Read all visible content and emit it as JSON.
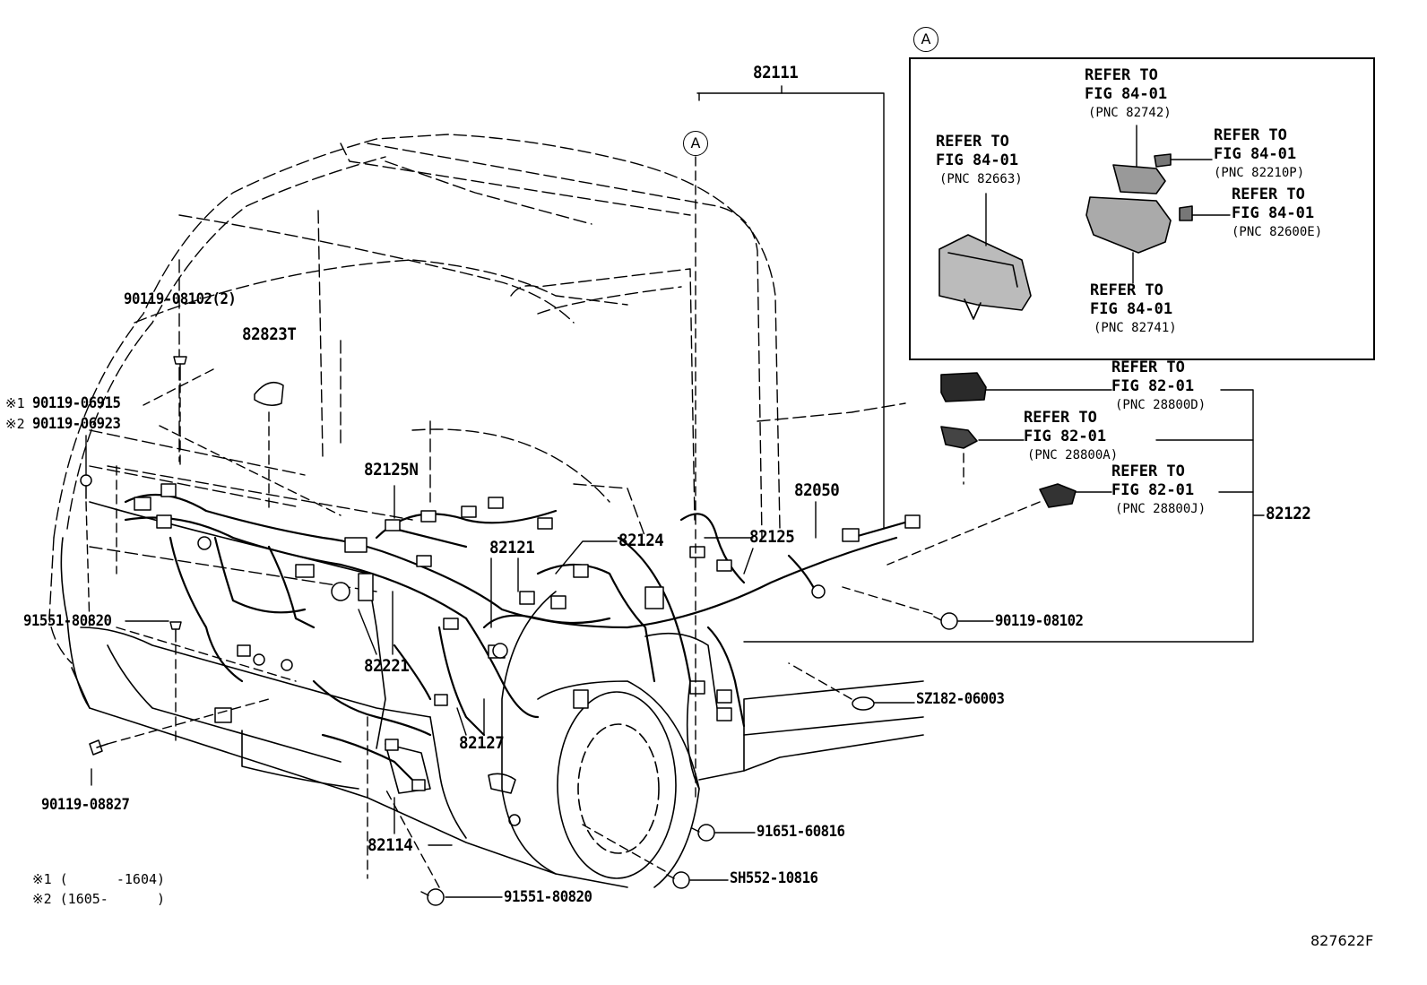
{
  "inset": {
    "marker": "A",
    "refs": [
      {
        "line1": "REFER TO",
        "line2": "FIG 84-01",
        "line3": "(PNC 82742)"
      },
      {
        "line1": "REFER TO",
        "line2": "FIG 84-01",
        "line3": "(PNC 82663)"
      },
      {
        "line1": "REFER TO",
        "line2": "FIG 84-01",
        "line3": "(PNC 82210P)"
      },
      {
        "line1": "REFER TO",
        "line2": "FIG 84-01",
        "line3": "(PNC 82600E)"
      },
      {
        "line1": "REFER TO",
        "line2": "FIG 84-01",
        "line3": "(PNC 82741)"
      }
    ]
  },
  "right_refs": [
    {
      "line1": "REFER TO",
      "line2": "FIG 82-01",
      "line3": "(PNC 28800D)"
    },
    {
      "line1": "REFER TO",
      "line2": "FIG 82-01",
      "line3": "(PNC 28800A)"
    },
    {
      "line1": "REFER TO",
      "line2": "FIG 82-01",
      "line3": "(PNC 28800J)"
    }
  ],
  "parts": {
    "p82111": "82111",
    "marker_a": "A",
    "p82823t": "82823T",
    "p90119_08102_2": "90119-08102(2)",
    "p90119_06915": "90119-06915",
    "p90119_06923": "90119-06923",
    "mark1": "※1",
    "mark2": "※2",
    "p82125n": "82125N",
    "p82121": "82121",
    "p82124": "82124",
    "p82125": "82125",
    "p82050": "82050",
    "p82122": "82122",
    "p91551_80820_a": "91551-80820",
    "p82221": "82221",
    "p82127": "82127",
    "p90119_08102": "90119-08102",
    "pSZ182": "SZ182-06003",
    "p90119_08827": "90119-08827",
    "p82114": "82114",
    "p91651": "91651-60816",
    "pSH552": "SH552-10816",
    "p91551_80820_b": "91551-80820"
  },
  "footnotes": {
    "note1": "※1 (      -1604)",
    "note2": "※2 (1605-      )"
  },
  "figure_id": "827622F"
}
